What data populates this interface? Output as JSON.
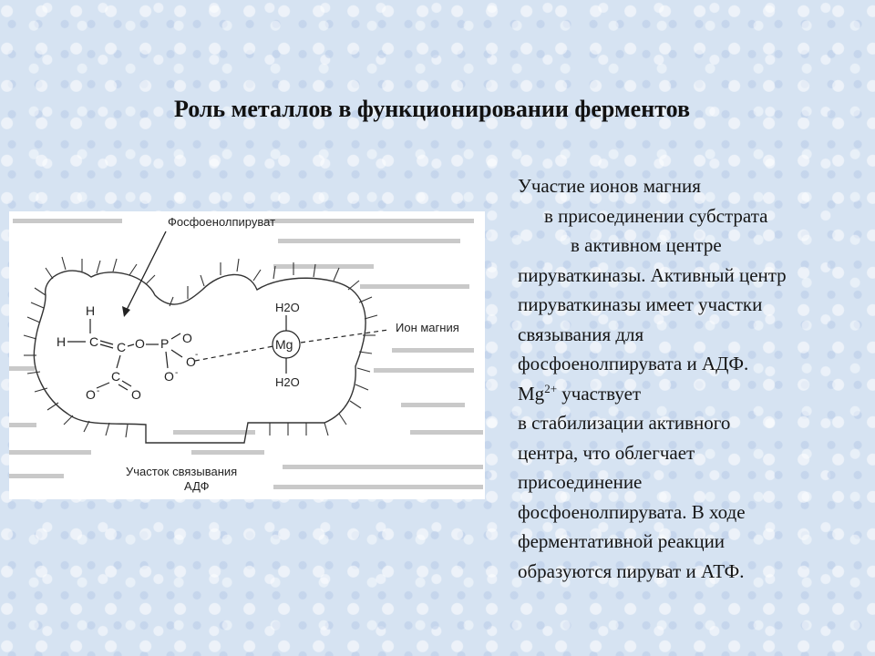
{
  "slide": {
    "title": "Роль металлов в функционировании ферментов"
  },
  "diagram": {
    "label_pep": "Фосфоенолпируват",
    "label_mg_ion": "Ион магния",
    "label_binding_line1": "Участок связывания",
    "label_binding_line2": "АДФ",
    "atom_h_top": "H",
    "atom_h_left": "H",
    "atom_c1": "C",
    "atom_c2": "C",
    "atom_o_ester": "O",
    "atom_p": "P",
    "atom_o_p_top": "O",
    "atom_o_p_right": "O",
    "atom_o_p_bottom": "O",
    "atom_c3": "C",
    "atom_o_carb_left": "O",
    "atom_o_carb_right": "O",
    "mg": "Mg",
    "water_top": "H2O",
    "water_bottom": "H2O"
  },
  "body_text": {
    "line1": "Участие ионов магния",
    "line2": "в присоединении субстрата",
    "line3": "в активном центре",
    "line4": "пируваткиназы. Активный центр",
    "line5": "пируваткиназы имеет участки",
    "line6": "связывания для",
    "line7": "фосфоенолпирувата и АДФ.",
    "line8_mg": "Mg",
    "line8_sup": "2+",
    "line8_rest": " участвует",
    "line9": "в стабилизации активного",
    "line10": "центра, что облегчает",
    "line11": "присоединение",
    "line12": "фосфоенолпирувата. В ходе",
    "line13": "ферментативной реакции",
    "line14": "образуются пируват и АТФ."
  }
}
